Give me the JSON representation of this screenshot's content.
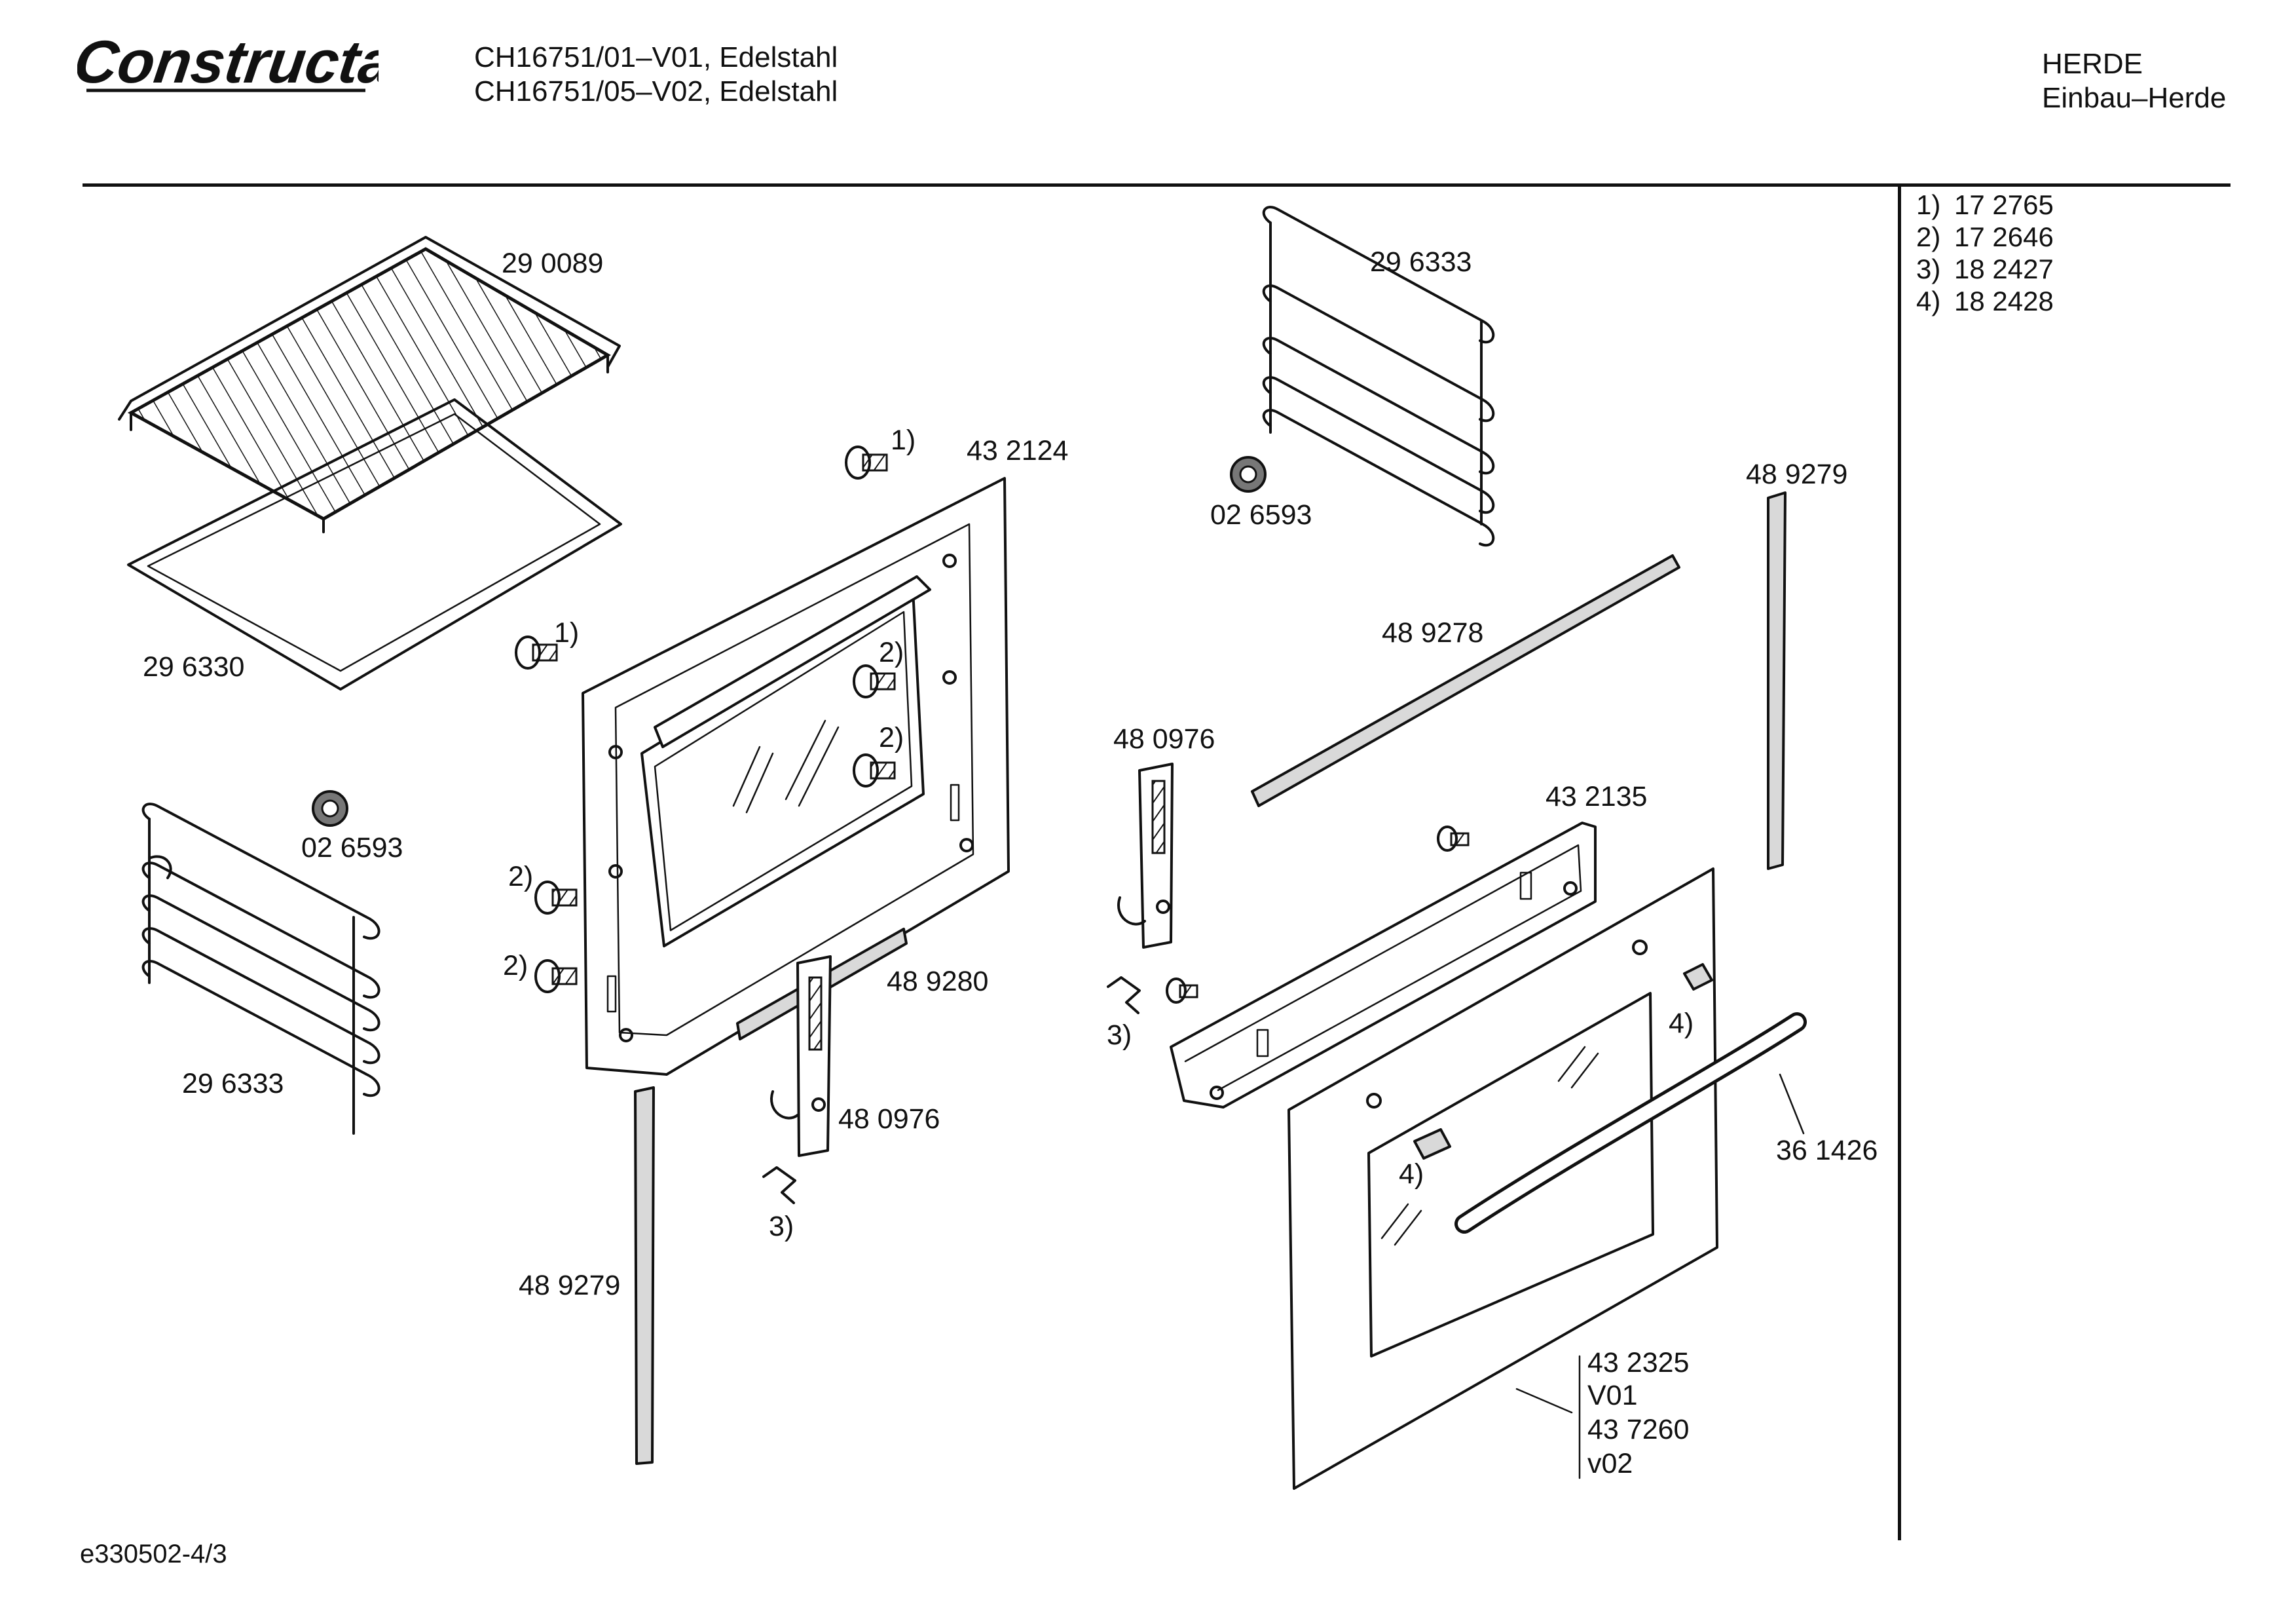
{
  "brand": "Constructa",
  "header": {
    "models": [
      "CH16751/01–V01, Edelstahl",
      "CH16751/05–V02, Edelstahl"
    ],
    "category": [
      "HERDE",
      "Einbau–Herde"
    ]
  },
  "legend": [
    {
      "ref": "1)",
      "part": "17 2765"
    },
    {
      "ref": "2)",
      "part": "17 2646"
    },
    {
      "ref": "3)",
      "part": "18 2427"
    },
    {
      "ref": "4)",
      "part": "18 2428"
    }
  ],
  "labels": {
    "grid_shelf": "29 0089",
    "baking_tray": "29 6330",
    "rail_left": "29 6333",
    "rail_right": "29 6333",
    "knob_left": "02 6593",
    "knob_right": "02 6593",
    "frame": "43 2124",
    "ref_1a": "1)",
    "ref_1b": "1)",
    "ref_2a": "2)",
    "ref_2b": "2)",
    "ref_2c": "2)",
    "ref_2d": "2)",
    "hinge_right": "48 0976",
    "hinge_left": "48 0976",
    "seal_top": "48 9278",
    "seal_right": "48 9279",
    "seal_left": "48 9279",
    "seal_bottom": "48 9280",
    "ref_3a": "3)",
    "ref_3b": "3)",
    "ref_4a": "4)",
    "ref_4b": "4)",
    "door_frame": "43 2135",
    "handle": "36 1426",
    "door_lines": [
      "43 2325",
      "V01",
      "43 7260",
      "v02"
    ]
  },
  "footer": {
    "code": "e330502-4/3"
  }
}
